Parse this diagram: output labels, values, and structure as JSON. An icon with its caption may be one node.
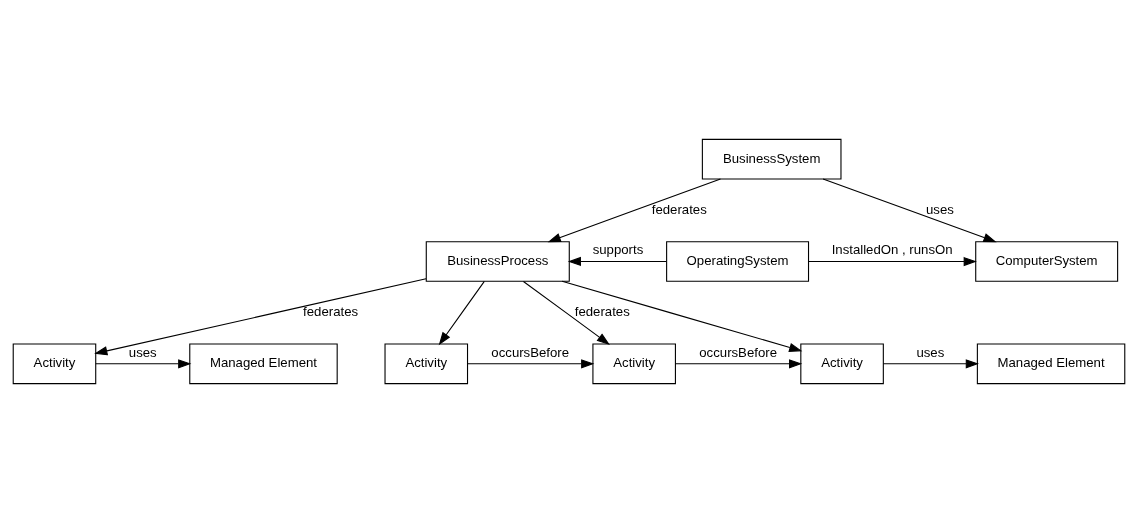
{
  "diagram": {
    "nodes": [
      {
        "text": [
          "BusinessSystem"
        ]
      },
      {
        "text": [
          "BusinessProcess"
        ]
      },
      {
        "text": [
          "OperatingSystem"
        ]
      },
      {
        "text": [
          "ComputerSystem"
        ]
      },
      {
        "text": [
          "Activity"
        ]
      },
      {
        "text": [
          "Managed Element"
        ]
      },
      {
        "text": [
          "Activity"
        ]
      },
      {
        "text": [
          "Activity"
        ]
      },
      {
        "text": [
          "Activity"
        ]
      },
      {
        "text": [
          "Managed Element"
        ]
      }
    ],
    "edges": [
      {
        "from": 0,
        "to": 3,
        "arrow": "to",
        "label": "uses"
      },
      {
        "from": 0,
        "to": 1,
        "arrow": "to",
        "label": "federates"
      },
      {
        "from": 2,
        "to": 1,
        "arrow": "to",
        "label": "supports"
      },
      {
        "from": 2,
        "to": 3,
        "arrow": "to",
        "label": "InstalledOn , runsOn"
      },
      {
        "from": 1,
        "to": 4,
        "arrow": "to",
        "label": "federates"
      },
      {
        "from": 4,
        "to": 5,
        "arrow": "to",
        "label": "uses"
      },
      {
        "from": 1,
        "to": 6,
        "arrow": "to"
      },
      {
        "from": 1,
        "to": 7,
        "arrow": "to",
        "label": "federates"
      },
      {
        "from": 1,
        "to": 8,
        "arrow": "to"
      },
      {
        "from": 6,
        "to": 7,
        "arrow": "to",
        "label": "occursBefore"
      },
      {
        "from": 7,
        "to": 8,
        "arrow": "to",
        "label": "occursBefore"
      },
      {
        "from": 8,
        "to": 9,
        "arrow": "to",
        "label": "uses"
      }
    ]
  }
}
